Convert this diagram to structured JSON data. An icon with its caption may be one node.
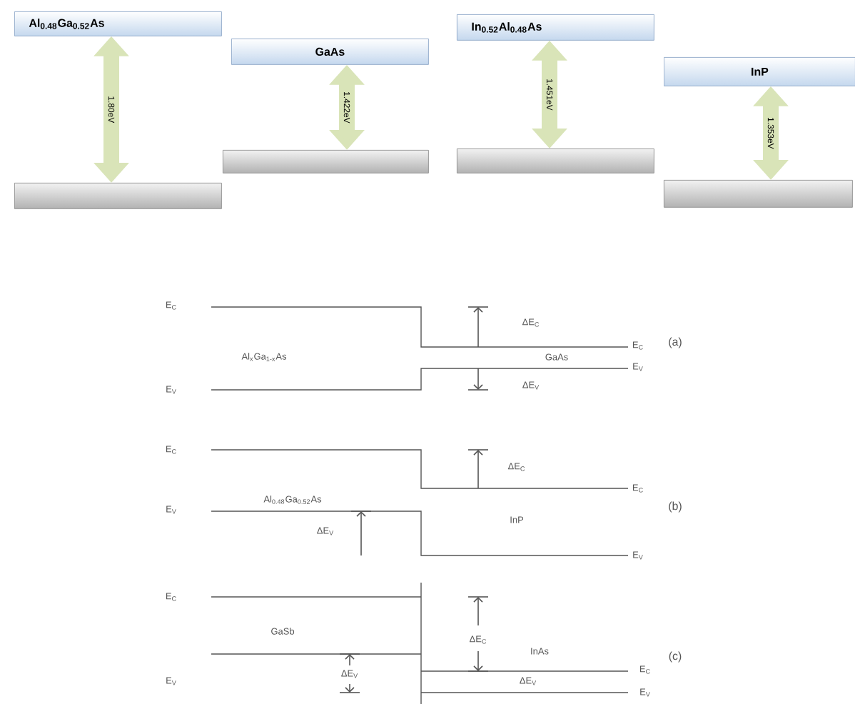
{
  "diagram": {
    "nodes": [
      {
        "text": [
          "Al$_{0.48}$Ga$_{0.52}$As"
        ]
      },
      {
        "text": [
          "GaAs"
        ]
      },
      {
        "text": [
          "In$_{0.52}$Al$_{0.48}$As"
        ]
      },
      {
        "text": [
          "InP"
        ]
      },
      {
        "text": [],
        "shape": "bar"
      },
      {
        "text": [],
        "shape": "bar"
      },
      {
        "text": [],
        "shape": "bar"
      },
      {
        "text": [],
        "shape": "bar"
      }
    ],
    "edges": [
      {
        "from": 0,
        "to": 4,
        "arrow": "both",
        "label": "1.80eV"
      },
      {
        "from": 1,
        "to": 5,
        "arrow": "both",
        "label": "1.422eV"
      },
      {
        "from": 2,
        "to": 6,
        "arrow": "both",
        "label": "1.451eV"
      },
      {
        "from": 3,
        "to": 7,
        "arrow": "both",
        "label": "1.353eV"
      }
    ],
    "labels": [
      "E$_{C}$",
      "ΔE$_{C}$",
      "E$_{C}$",
      "(a)",
      "Al$_{x}$Ga$_{1-x}$As",
      "GaAs",
      "E$_{V}$",
      "E$_{V}$",
      "ΔE$_{V}$",
      "E$_{C}$",
      "ΔE$_{C}$",
      "E$_{C}$",
      "Al$_{0.48}$Ga$_{0.52}$As",
      "E$_{V}$",
      "InP",
      "(b)",
      "ΔE$_{V}$",
      "E$_{V}$",
      "E$_{C}$",
      "GaSb",
      "ΔE$_{C}$",
      "InAs",
      "(c)",
      "E$_{C}$",
      "ΔE$_{V}$",
      "E$_{V}$",
      "ΔE$_{V}$",
      "E$_{V}$"
    ]
  }
}
